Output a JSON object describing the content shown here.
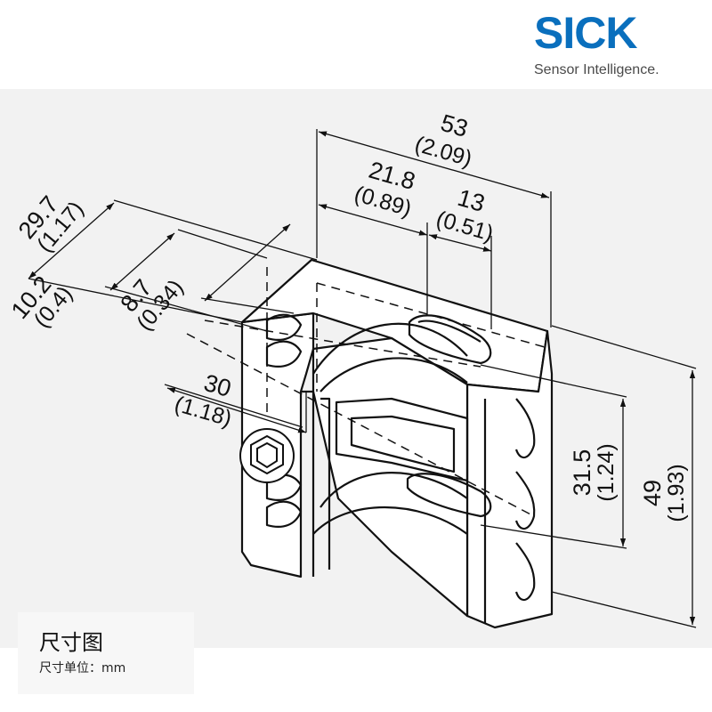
{
  "brand": {
    "name": "SICK",
    "tagline": "Sensor Intelligence.",
    "color": "#0a6fbd"
  },
  "caption": {
    "title": "尺寸图",
    "unit": "尺寸单位：mm"
  },
  "dimensions": {
    "width_total": {
      "mm": "53",
      "inch": "(2.09)"
    },
    "offset_a": {
      "mm": "21.8",
      "inch": "(0.89)"
    },
    "slot_spacing": {
      "mm": "13",
      "inch": "(0.51)"
    },
    "depth_total": {
      "mm": "29.7",
      "inch": "(1.17)"
    },
    "depth_a": {
      "mm": "10.2",
      "inch": "(0.4)"
    },
    "depth_b": {
      "mm": "8.7",
      "inch": "(0.34)"
    },
    "depth_c": {
      "mm": "30",
      "inch": "(1.18)"
    },
    "height_inner": {
      "mm": "31.5",
      "inch": "(1.24)"
    },
    "height_total": {
      "mm": "49",
      "inch": "(1.93)"
    }
  }
}
